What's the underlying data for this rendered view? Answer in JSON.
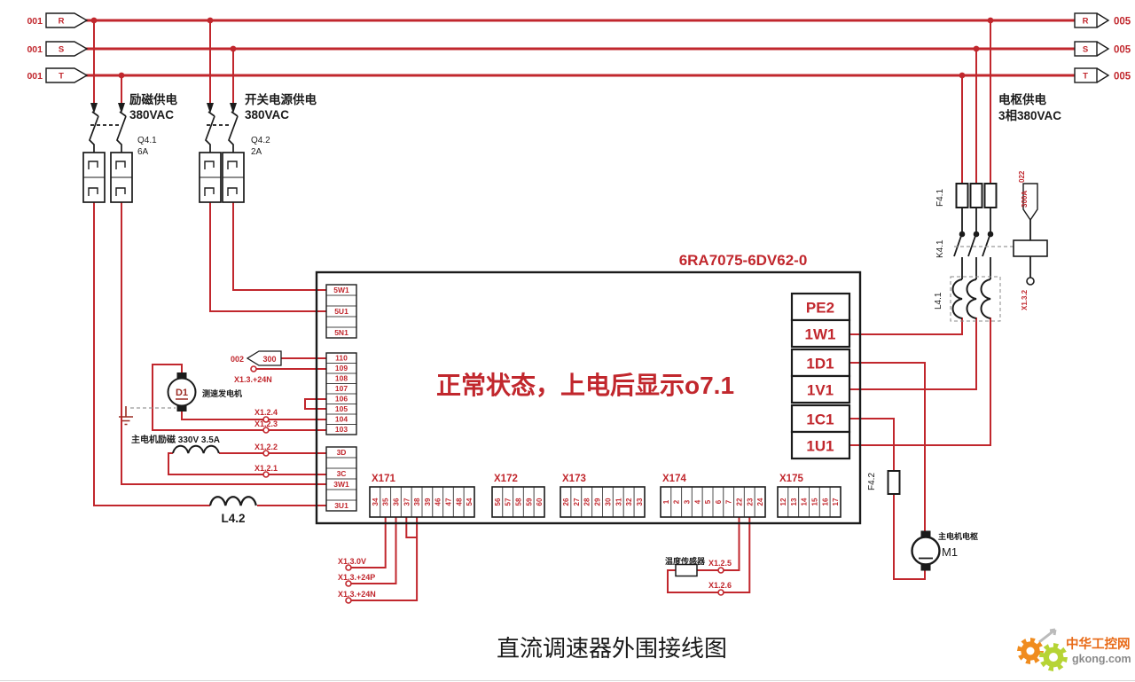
{
  "labels": {
    "device_model": "6RA7075-6DV62-0",
    "status_note": "正常状态，上电后显示o7.1",
    "diagram_title": "直流调速器外围接线图",
    "excitation_supply": "励磁供电",
    "excitation_voltage": "380VAC",
    "breaker1_ref": "Q4.1",
    "breaker1_rating": "6A",
    "switching_supply": "开关电源供电",
    "switching_voltage": "380VAC",
    "breaker2_ref": "Q4.2",
    "breaker2_rating": "2A",
    "armature_supply": "电枢供电",
    "armature_voltage": "3相380VAC",
    "fuse1_ref": "F4.1",
    "contactor_ref": "K4.1",
    "reactor1_ref": "L4.1",
    "line_ref_022": "022",
    "contactor_coil_rating": "300A",
    "coil_terminal": "X1.3.2",
    "fuse2_ref": "F4.2",
    "motor_label": "主电机电枢",
    "motor_ref": "M1",
    "tacho_ref": "D1",
    "tacho_label": "测速发电机",
    "field_label": "主电机励磁 330V 3.5A",
    "reactor2_ref": "L4.2",
    "temp_sensor_label": "温度传感器",
    "ref_002": "002",
    "ref_300": "300",
    "x13_24n_a": "X1.3.+24N",
    "x124": "X1.2.4",
    "x123": "X1.2.3",
    "x122": "X1.2.2",
    "x121": "X1.2.1",
    "x130v": "X1.3.0V",
    "x1324p": "X1.3.+24P",
    "x1324n": "X1.3.+24N",
    "x125": "X1.2.5",
    "x126": "X1.2.6"
  },
  "bus": {
    "left": [
      {
        "ref": "001",
        "phase": "R"
      },
      {
        "ref": "001",
        "phase": "S"
      },
      {
        "ref": "001",
        "phase": "T"
      }
    ],
    "right": [
      {
        "phase": "R",
        "ref": "005"
      },
      {
        "phase": "S",
        "ref": "005"
      },
      {
        "phase": "T",
        "ref": "005"
      }
    ]
  },
  "drive": {
    "left_top": [
      "5W1",
      "",
      "5U1",
      "",
      "5N1"
    ],
    "left_mid": [
      "110",
      "109",
      "108",
      "107",
      "106",
      "105",
      "104",
      "103"
    ],
    "left_low": [
      "3D",
      "",
      "3C",
      "3W1",
      "",
      "3U1"
    ],
    "right_groups": [
      [
        "PE2",
        "1W1"
      ],
      [
        "1D1",
        "1V1"
      ],
      [
        "1C1",
        "1U1"
      ]
    ],
    "bottom_strips": [
      {
        "name": "X171",
        "pins": [
          "34",
          "35",
          "36",
          "37",
          "38",
          "39",
          "46",
          "47",
          "48",
          "54"
        ]
      },
      {
        "name": "X172",
        "pins": [
          "56",
          "57",
          "58",
          "59",
          "60"
        ]
      },
      {
        "name": "X173",
        "pins": [
          "26",
          "27",
          "28",
          "29",
          "30",
          "31",
          "32",
          "33"
        ]
      },
      {
        "name": "X174",
        "pins": [
          "1",
          "2",
          "3",
          "4",
          "5",
          "6",
          "7",
          "22",
          "23",
          "24"
        ]
      },
      {
        "name": "X175",
        "pins": [
          "12",
          "13",
          "14",
          "15",
          "16",
          "17"
        ]
      }
    ]
  },
  "watermark": {
    "name": "中华工控网",
    "site": "gkong.com"
  },
  "colors": {
    "wire_red": "#c1272d",
    "line_black": "#1b1b1b",
    "watermark_orange": "#f08c1e",
    "watermark_green": "#b6d435"
  }
}
